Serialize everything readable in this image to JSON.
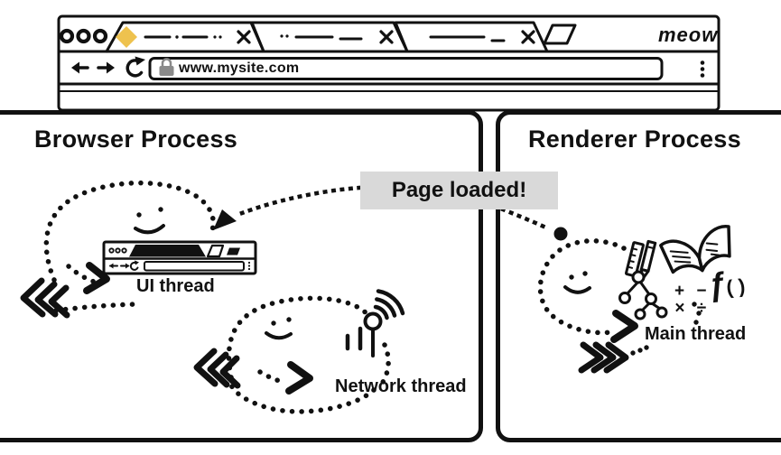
{
  "browser_chrome": {
    "brand": "meow",
    "address": {
      "url": "www.mysite.com"
    }
  },
  "callout": {
    "text": "Page loaded!"
  },
  "browser_panel": {
    "title": "Browser Process",
    "ui_thread_label": "UI thread",
    "network_thread_label": "Network thread"
  },
  "renderer_panel": {
    "title": "Renderer Process",
    "main_thread_label": "Main thread",
    "glyphs": {
      "math_row1": "+ −",
      "math_row2": "× ÷",
      "function_f": "ƒ",
      "function_parens": "( )"
    }
  },
  "colors": {
    "ink": "#111111",
    "diamond": "#eec24e",
    "callout_bg": "#d9d9d9",
    "lock_gray": "#8a8a8a"
  }
}
